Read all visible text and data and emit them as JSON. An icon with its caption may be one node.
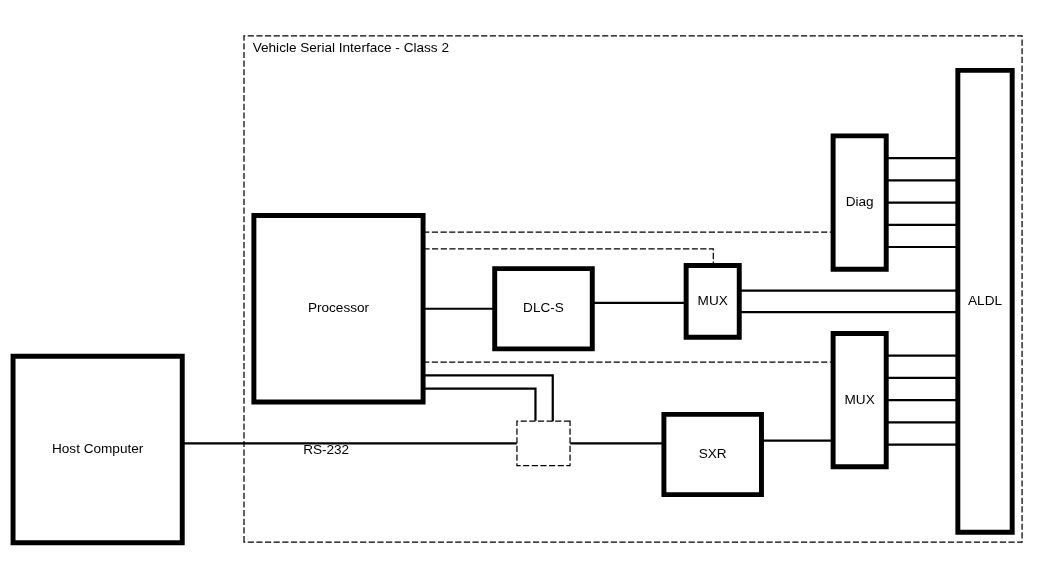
{
  "diagram": {
    "nodes": [
      {
        "text": [
          "Vehicle Serial Interface - Class 2"
        ]
      },
      {
        "text": [
          "Host Computer"
        ]
      },
      {
        "text": [
          "Processor"
        ],
        "in": 0
      },
      {
        "text": [
          "DLC-S"
        ],
        "in": 0
      },
      {
        "text": [
          "MUX"
        ],
        "in": 0
      },
      {
        "text": [
          "Diag"
        ],
        "in": 0
      },
      {
        "text": [
          "MUX"
        ],
        "in": 0
      },
      {
        "text": [],
        "shape": "box",
        "in": 0
      },
      {
        "text": [
          "SXR"
        ],
        "in": 0
      },
      {
        "text": [
          "ALDL"
        ],
        "in": 0
      }
    ],
    "edges": [
      {
        "from": 1,
        "to": 7,
        "arrow": "none",
        "label": "RS-232"
      },
      {
        "from": 2,
        "to": 3,
        "arrow": "none"
      },
      {
        "from": 3,
        "to": 4,
        "arrow": "none"
      },
      {
        "from": 2,
        "to": 4,
        "arrow": "none",
        "style": "dashed"
      },
      {
        "from": 2,
        "to": 5,
        "arrow": "none",
        "style": "dashed"
      },
      {
        "from": 2,
        "to": 6,
        "arrow": "none",
        "style": "dashed"
      },
      {
        "from": 2,
        "to": 7,
        "arrow": "none"
      },
      {
        "from": 2,
        "to": 7,
        "arrow": "none"
      },
      {
        "from": 7,
        "to": 8,
        "arrow": "none"
      },
      {
        "from": 8,
        "to": 6,
        "arrow": "none"
      },
      {
        "from": 4,
        "to": 9,
        "arrow": "none"
      },
      {
        "from": 4,
        "to": 9,
        "arrow": "none"
      },
      {
        "from": 5,
        "to": 9,
        "arrow": "none"
      },
      {
        "from": 5,
        "to": 9,
        "arrow": "none"
      },
      {
        "from": 5,
        "to": 9,
        "arrow": "none"
      },
      {
        "from": 5,
        "to": 9,
        "arrow": "none"
      },
      {
        "from": 5,
        "to": 9,
        "arrow": "none"
      },
      {
        "from": 6,
        "to": 9,
        "arrow": "none"
      },
      {
        "from": 6,
        "to": 9,
        "arrow": "none"
      },
      {
        "from": 6,
        "to": 9,
        "arrow": "none"
      },
      {
        "from": 6,
        "to": 9,
        "arrow": "none"
      },
      {
        "from": 6,
        "to": 9,
        "arrow": "none"
      }
    ]
  }
}
